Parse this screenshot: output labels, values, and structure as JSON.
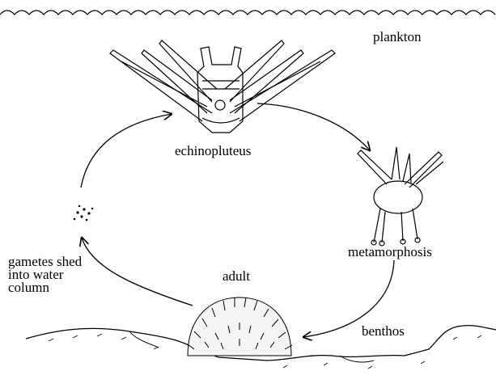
{
  "labels": {
    "plankton": "plankton",
    "echinopluteus": "echinopluteus",
    "metamorphosis": "metamorphosis",
    "adult": "adult",
    "benthos": "benthos",
    "gametes": [
      "gametes shed",
      "into water",
      "column"
    ]
  },
  "colors": {
    "ink": "#000000",
    "background": "#ffffff"
  }
}
